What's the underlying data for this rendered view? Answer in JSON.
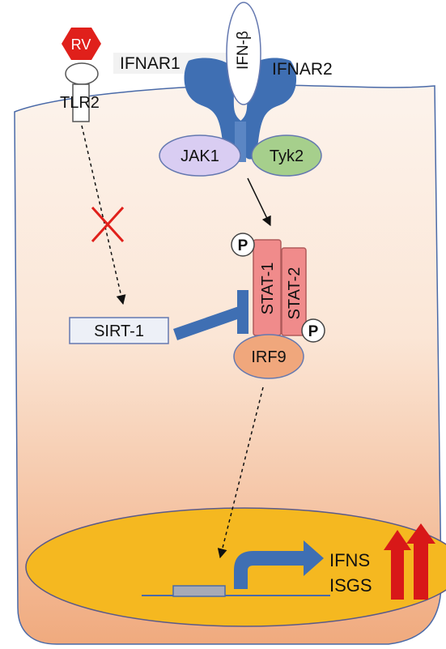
{
  "colors": {
    "cell_border": "#4a6aa8",
    "cell_top": "#fcf3ec",
    "cell_bottom": "#f0aa7e",
    "receptor": "#3f6fb3",
    "jak1": "#d9cdf2",
    "tyk2": "#a6cf8c",
    "stat": "#f08b8b",
    "irf9": "#f0a77c",
    "nucleus": "#f5b820",
    "rv": "#e0201b",
    "block_x": "#e0201b",
    "up_arrow": "#d81818",
    "promoter": "#a7aab7"
  },
  "labels": {
    "rv": "RV",
    "tlr2": "TLR2",
    "ifnar1": "IFNAR1",
    "ifnar2": "IFNAR2",
    "ifn_beta": "IFN-β",
    "jak1": "JAK1",
    "tyk2": "Tyk2",
    "phospho_top": "P",
    "phospho_bottom": "P",
    "stat1": "STAT-1",
    "stat2": "STAT-2",
    "sirt1": "SIRT-1",
    "irf9": "IRF9",
    "ifns": "IFNS",
    "isgs": "ISGS"
  }
}
